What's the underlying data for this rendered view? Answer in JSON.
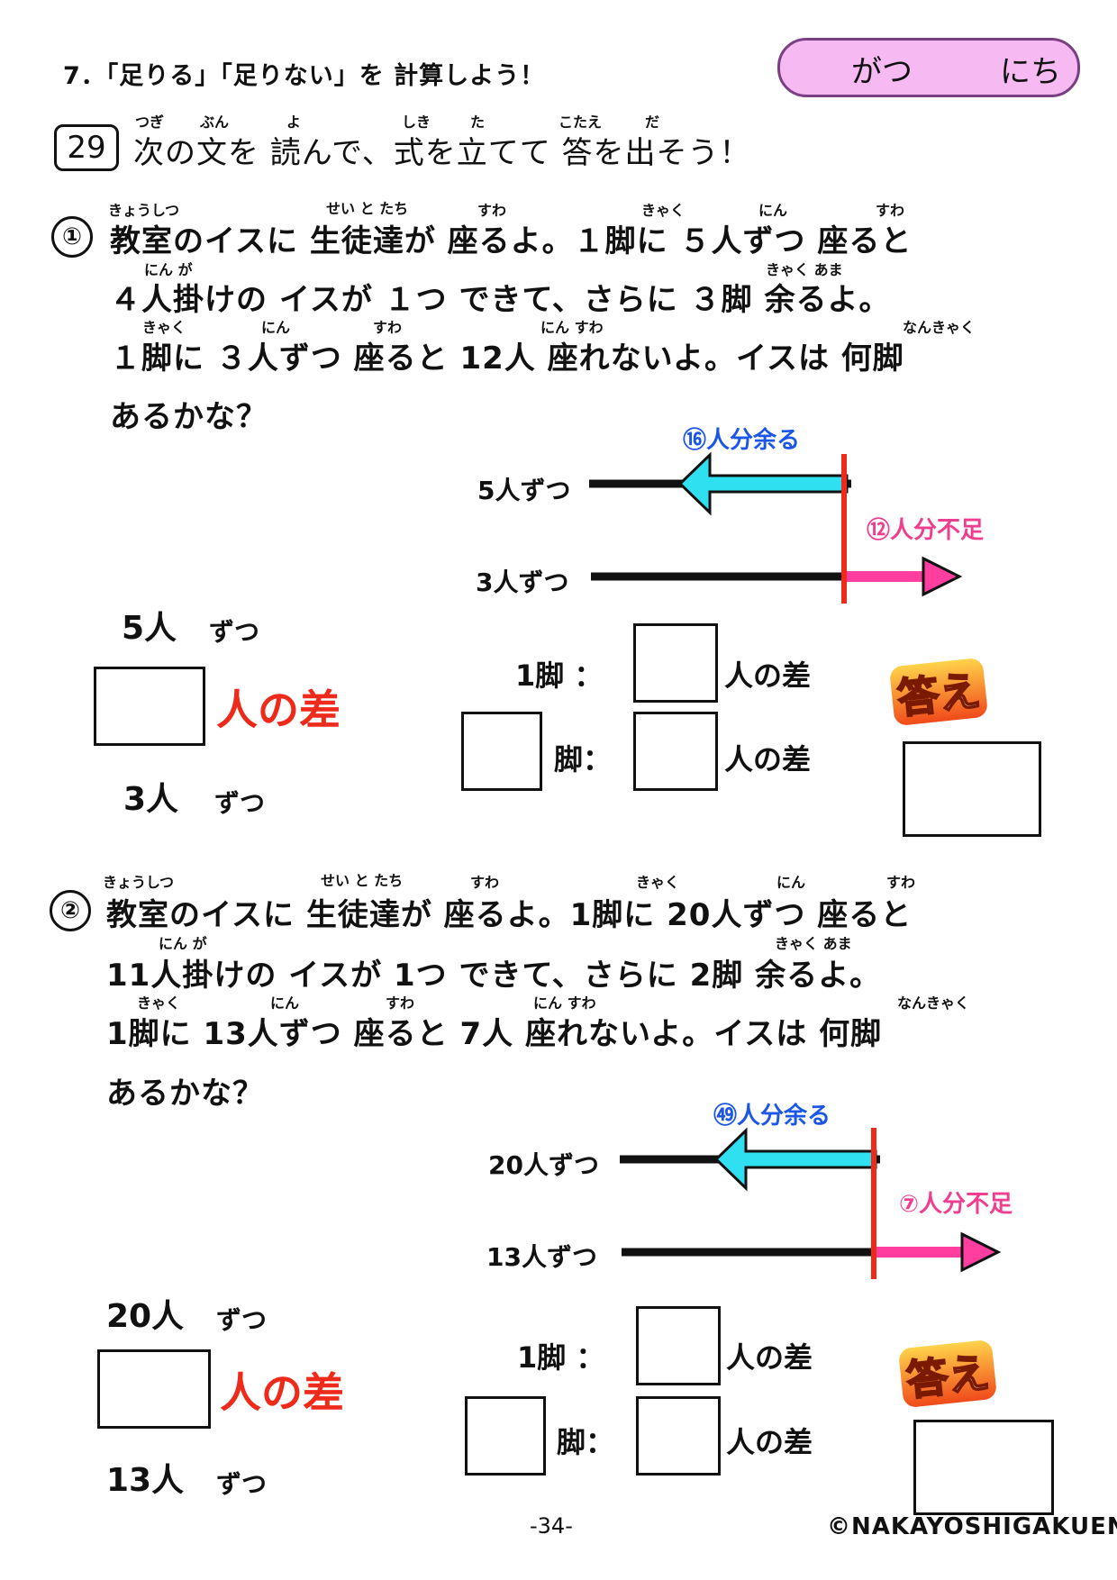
{
  "header": {
    "title": "7．「足りる」「足りない」を 計算しよう！",
    "date_gatsu": "がつ",
    "date_nichi": "にち",
    "number": "29",
    "instruction": "次の文を 読んで、式を立てて 答を出そう！",
    "instruction_ruby": [
      "つぎ",
      "ぶん",
      "よ",
      "しき",
      "た",
      "こたえ",
      "だ"
    ]
  },
  "problems": [
    {
      "num": "①",
      "lines": [
        "教室のイスに 生徒達が 座るよ。１脚に ５人ずつ 座ると",
        "４人掛けの イスが １つ できて、さらに ３脚 余るよ。",
        "１脚に ３人ずつ 座ると 12人 座れないよ。イスは 何脚",
        "あるかな？"
      ],
      "ruby": [
        [
          "きょうしつ",
          "せい と たち",
          "すわ",
          "きゃく",
          "にん",
          "すわ"
        ],
        [
          "にん が",
          "きゃく あま"
        ],
        [
          "きゃく",
          "にん",
          "すわ",
          "にん すわ",
          "なんきゃく"
        ]
      ],
      "diagram": {
        "top_label": "5人ずつ",
        "bottom_label": "3人ずつ",
        "blue_note": "⑯人分余る",
        "pink_note": "⑫人分不足"
      },
      "left_top": "5人",
      "left_top_suffix": "ずつ",
      "left_bottom": "3人",
      "left_bottom_suffix": "ずつ",
      "diff_red": "人の差",
      "row1_label": "1脚 ：",
      "row2_label": "脚：",
      "diff_label": "人の差",
      "answer": "答え"
    },
    {
      "num": "②",
      "lines": [
        "教室のイスに 生徒達が 座るよ。1脚に 20人ずつ 座ると",
        "11人掛けの イスが 1つ できて、さらに 2脚 余るよ。",
        "1脚に 13人ずつ 座ると 7人 座れないよ。イスは 何脚",
        "あるかな？"
      ],
      "ruby": [
        [
          "きょうしつ",
          "せい と たち",
          "すわ",
          "きゃく",
          "にん",
          "すわ"
        ],
        [
          "にん が",
          "きゃく あま"
        ],
        [
          "きゃく",
          "にん",
          "すわ",
          "にん すわ",
          "なんきゃく"
        ]
      ],
      "diagram": {
        "top_label": "20人ずつ",
        "bottom_label": "13人ずつ",
        "blue_note": "㊾人分余る",
        "pink_note": "⑦人分不足"
      },
      "left_top": "20人",
      "left_top_suffix": "ずつ",
      "left_bottom": "13人",
      "left_bottom_suffix": "ずつ",
      "diff_red": "人の差",
      "row1_label": "1脚 ：",
      "row2_label": "脚：",
      "diff_label": "人の差",
      "answer": "答え"
    }
  ],
  "footer": {
    "page": "-34-",
    "copyright": "©NAKAYOSHIGAKUEN"
  },
  "colors": {
    "date_bg": "#f6b9f2",
    "red_line": "#ee2a1b",
    "cyan_arrow": "#2fe0f0",
    "pink_arrow": "#ff3ea0",
    "blue_text": "#1c56e6"
  }
}
